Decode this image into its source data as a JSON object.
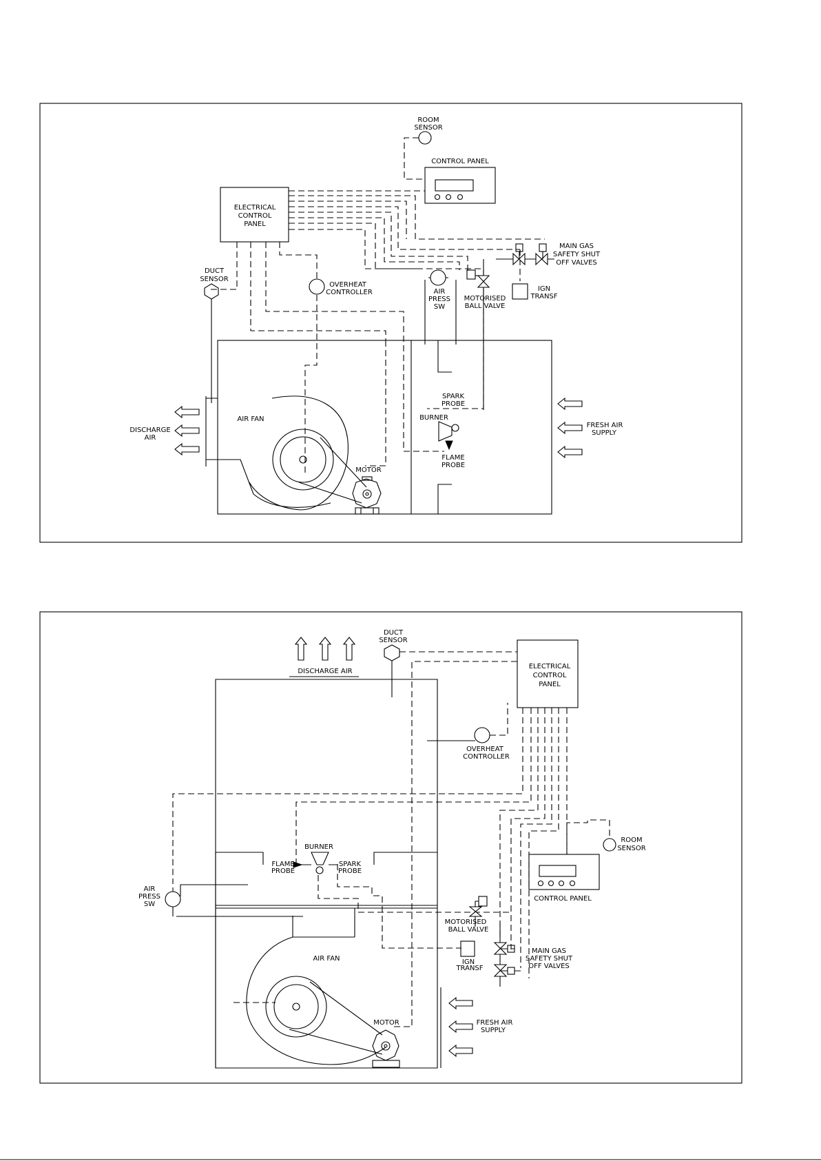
{
  "diagram_top": {
    "room_sensor": [
      "ROOM",
      "SENSOR"
    ],
    "control_panel": "CONTROL PANEL",
    "electrical_control_panel": [
      "ELECTRICAL",
      "CONTROL",
      "PANEL"
    ],
    "main_gas": [
      "MAIN GAS",
      "SAFETY SHUT",
      "OFF VALVES"
    ],
    "duct_sensor": [
      "DUCT",
      "SENSOR"
    ],
    "overheat_controller": [
      "OVERHEAT",
      "CONTROLLER"
    ],
    "air_press_sw": [
      "AIR",
      "PRESS",
      "SW"
    ],
    "motorised_ball_valve": [
      "MOTORISED",
      "BALL VALVE"
    ],
    "ign_transf": [
      "IGN",
      "TRANSF"
    ],
    "spark_probe": [
      "SPARK",
      "PROBE"
    ],
    "burner": "BURNER",
    "flame_probe": [
      "FLAME",
      "PROBE"
    ],
    "air_fan": "AIR FAN",
    "motor": "MOTOR",
    "discharge_air": [
      "DISCHARGE",
      "AIR"
    ],
    "fresh_air_supply": [
      "FRESH AIR",
      "SUPPLY"
    ]
  },
  "diagram_bottom": {
    "duct_sensor": [
      "DUCT",
      "SENSOR"
    ],
    "discharge_air": "DISCHARGE AIR",
    "electrical_control_panel": [
      "ELECTRICAL",
      "CONTROL",
      "PANEL"
    ],
    "overheat_controller": [
      "OVERHEAT",
      "CONTROLLER"
    ],
    "burner": "BURNER",
    "flame_probe": [
      "FLAME",
      "PROBE"
    ],
    "spark_probe": [
      "SPARK",
      "PROBE"
    ],
    "air_press_sw": [
      "AIR",
      "PRESS",
      "SW"
    ],
    "room_sensor": [
      "ROOM",
      "SENSOR"
    ],
    "control_panel": "CONTROL PANEL",
    "motorised_ball_valve": [
      "MOTORISED",
      "BALL VALVE"
    ],
    "ign_transf": [
      "IGN",
      "TRANSF"
    ],
    "main_gas": [
      "MAIN GAS",
      "SAFETY SHUT",
      "OFF VALVES"
    ],
    "air_fan": "AIR FAN",
    "fresh_air_supply": [
      "FRESH AIR",
      "SUPPLY"
    ],
    "motor": "MOTOR"
  }
}
